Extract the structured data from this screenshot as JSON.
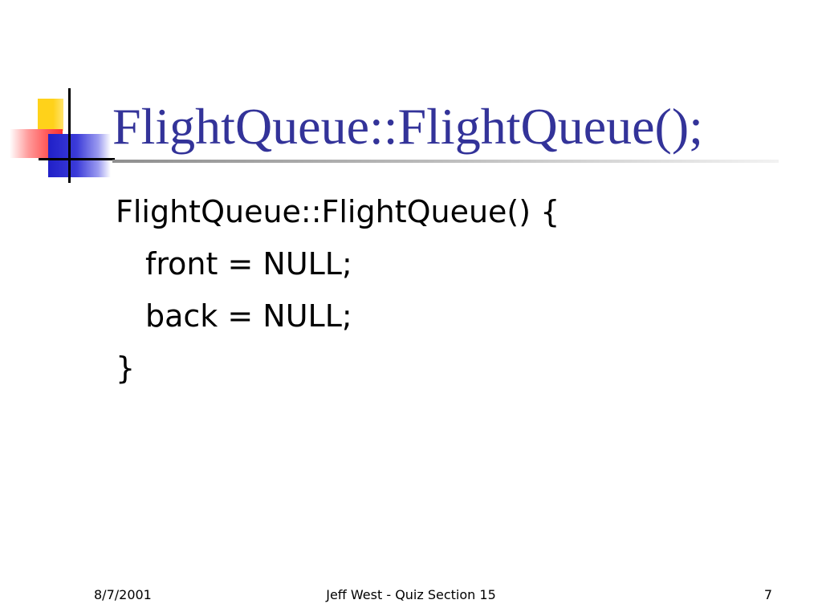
{
  "slide": {
    "title": "FlightQueue::FlightQueue();",
    "code_lines": [
      "FlightQueue::FlightQueue() {",
      "front = NULL;",
      "back = NULL;",
      "}"
    ],
    "footer": {
      "date": "8/7/2001",
      "center": "Jeff West - Quiz Section 15",
      "page": "7"
    }
  },
  "colors": {
    "title": "#333399",
    "accent_yellow": "#ffd21a",
    "accent_red": "#ff3030",
    "accent_blue": "#2020c8"
  }
}
